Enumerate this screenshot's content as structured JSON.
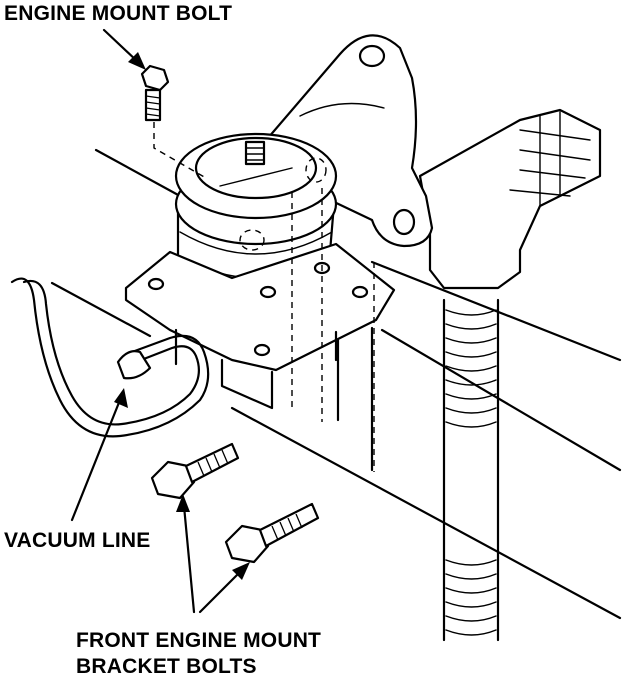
{
  "labels": {
    "engine_mount_bolt": "ENGINE MOUNT BOLT",
    "vacuum_line": "VACUUM LINE",
    "front_bolts_line1": "FRONT ENGINE MOUNT",
    "front_bolts_line2": "BRACKET BOLTS"
  },
  "colors": {
    "ink": "#000000",
    "paper": "#ffffff"
  }
}
